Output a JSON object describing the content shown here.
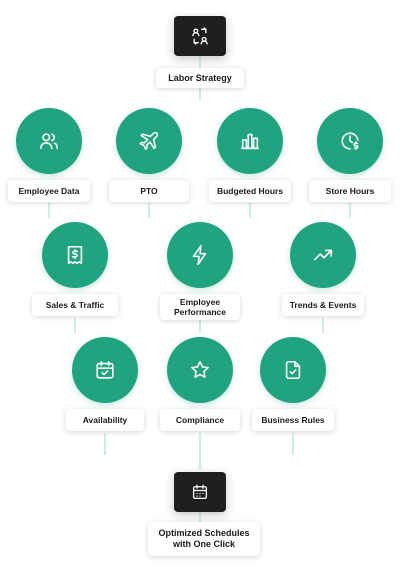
{
  "top": {
    "icon": "people-swap-icon",
    "label": "Labor Strategy"
  },
  "row1": [
    {
      "label": "Employee Data",
      "icon": "users-icon"
    },
    {
      "label": "PTO",
      "icon": "plane-icon"
    },
    {
      "label": "Budgeted Hours",
      "icon": "bar-chart-icon"
    },
    {
      "label": "Store Hours",
      "icon": "clock-dollar-icon"
    }
  ],
  "row2": [
    {
      "label": "Sales & Traffic",
      "icon": "receipt-dollar-icon"
    },
    {
      "label_line1": "Employee",
      "label_line2": "Performance",
      "icon": "lightning-icon"
    },
    {
      "label": "Trends & Events",
      "icon": "trending-up-icon"
    }
  ],
  "row3": [
    {
      "label": "Availability",
      "icon": "calendar-check-icon"
    },
    {
      "label": "Compliance",
      "icon": "star-icon"
    },
    {
      "label": "Business Rules",
      "icon": "document-check-icon"
    }
  ],
  "bottom": {
    "icon": "calendar-grid-icon",
    "label_line1": "Optimized Schedules",
    "label_line2": "with One Click"
  },
  "colors": {
    "accent": "#21a37f",
    "dark": "#1f1f1f",
    "connector": "#cfeee3"
  }
}
